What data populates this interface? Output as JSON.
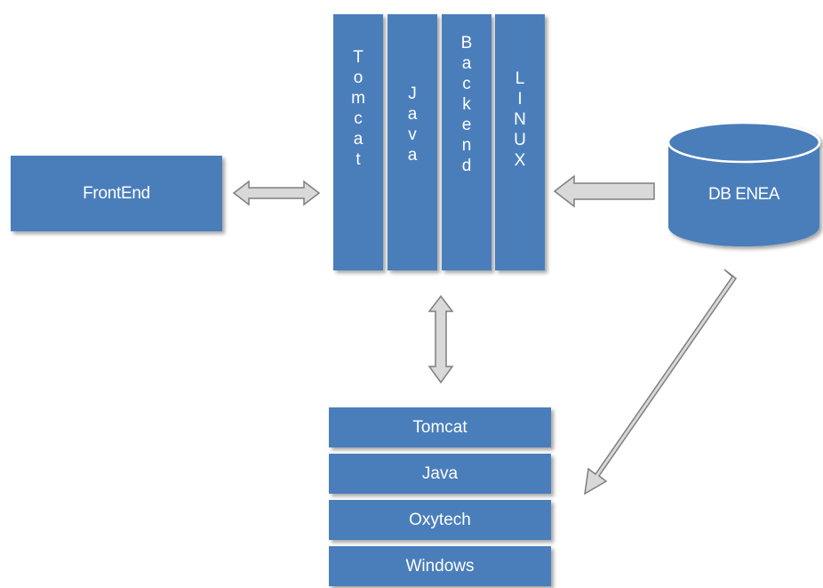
{
  "diagram": {
    "frontend": {
      "label": "FrontEnd"
    },
    "db": {
      "label": "DB ENEA"
    },
    "server_columns": [
      {
        "id": "tomcat",
        "label": "Tomcat"
      },
      {
        "id": "java",
        "label": "Java"
      },
      {
        "id": "backend",
        "label": "Backend"
      },
      {
        "id": "linux",
        "label": "LINUX"
      }
    ],
    "client_stack": [
      {
        "id": "tomcat",
        "label": "Tomcat"
      },
      {
        "id": "java",
        "label": "Java"
      },
      {
        "id": "oxytech",
        "label": "Oxytech"
      },
      {
        "id": "windows",
        "label": "Windows"
      }
    ],
    "colors": {
      "box_fill": "#4a7ebb",
      "arrow_fill": "#d9d9d9",
      "arrow_stroke": "#7f7f7f"
    }
  }
}
